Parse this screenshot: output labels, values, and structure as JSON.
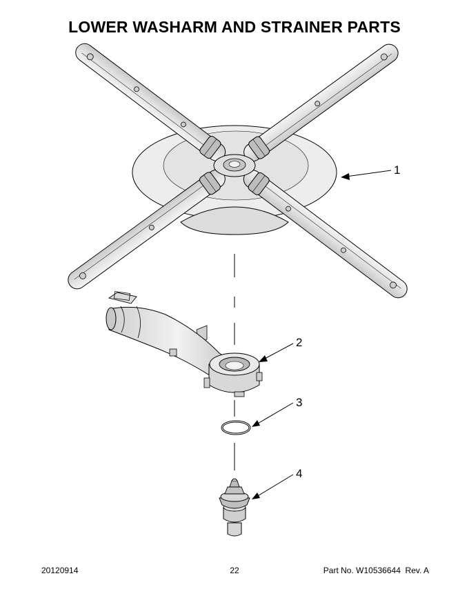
{
  "page": {
    "title": "LOWER WASHARM AND STRAINER PARTS"
  },
  "callouts": [
    "1",
    "2",
    "3",
    "4"
  ],
  "footer": {
    "date": "20120914",
    "page_number": "22",
    "part_no": "Part No. W10536644  Rev. A"
  },
  "colors": {
    "line": "#000000",
    "fill_light": "#e9e9e9",
    "fill_mid": "#d4d4d4",
    "fill_dark": "#bdbdbd"
  }
}
